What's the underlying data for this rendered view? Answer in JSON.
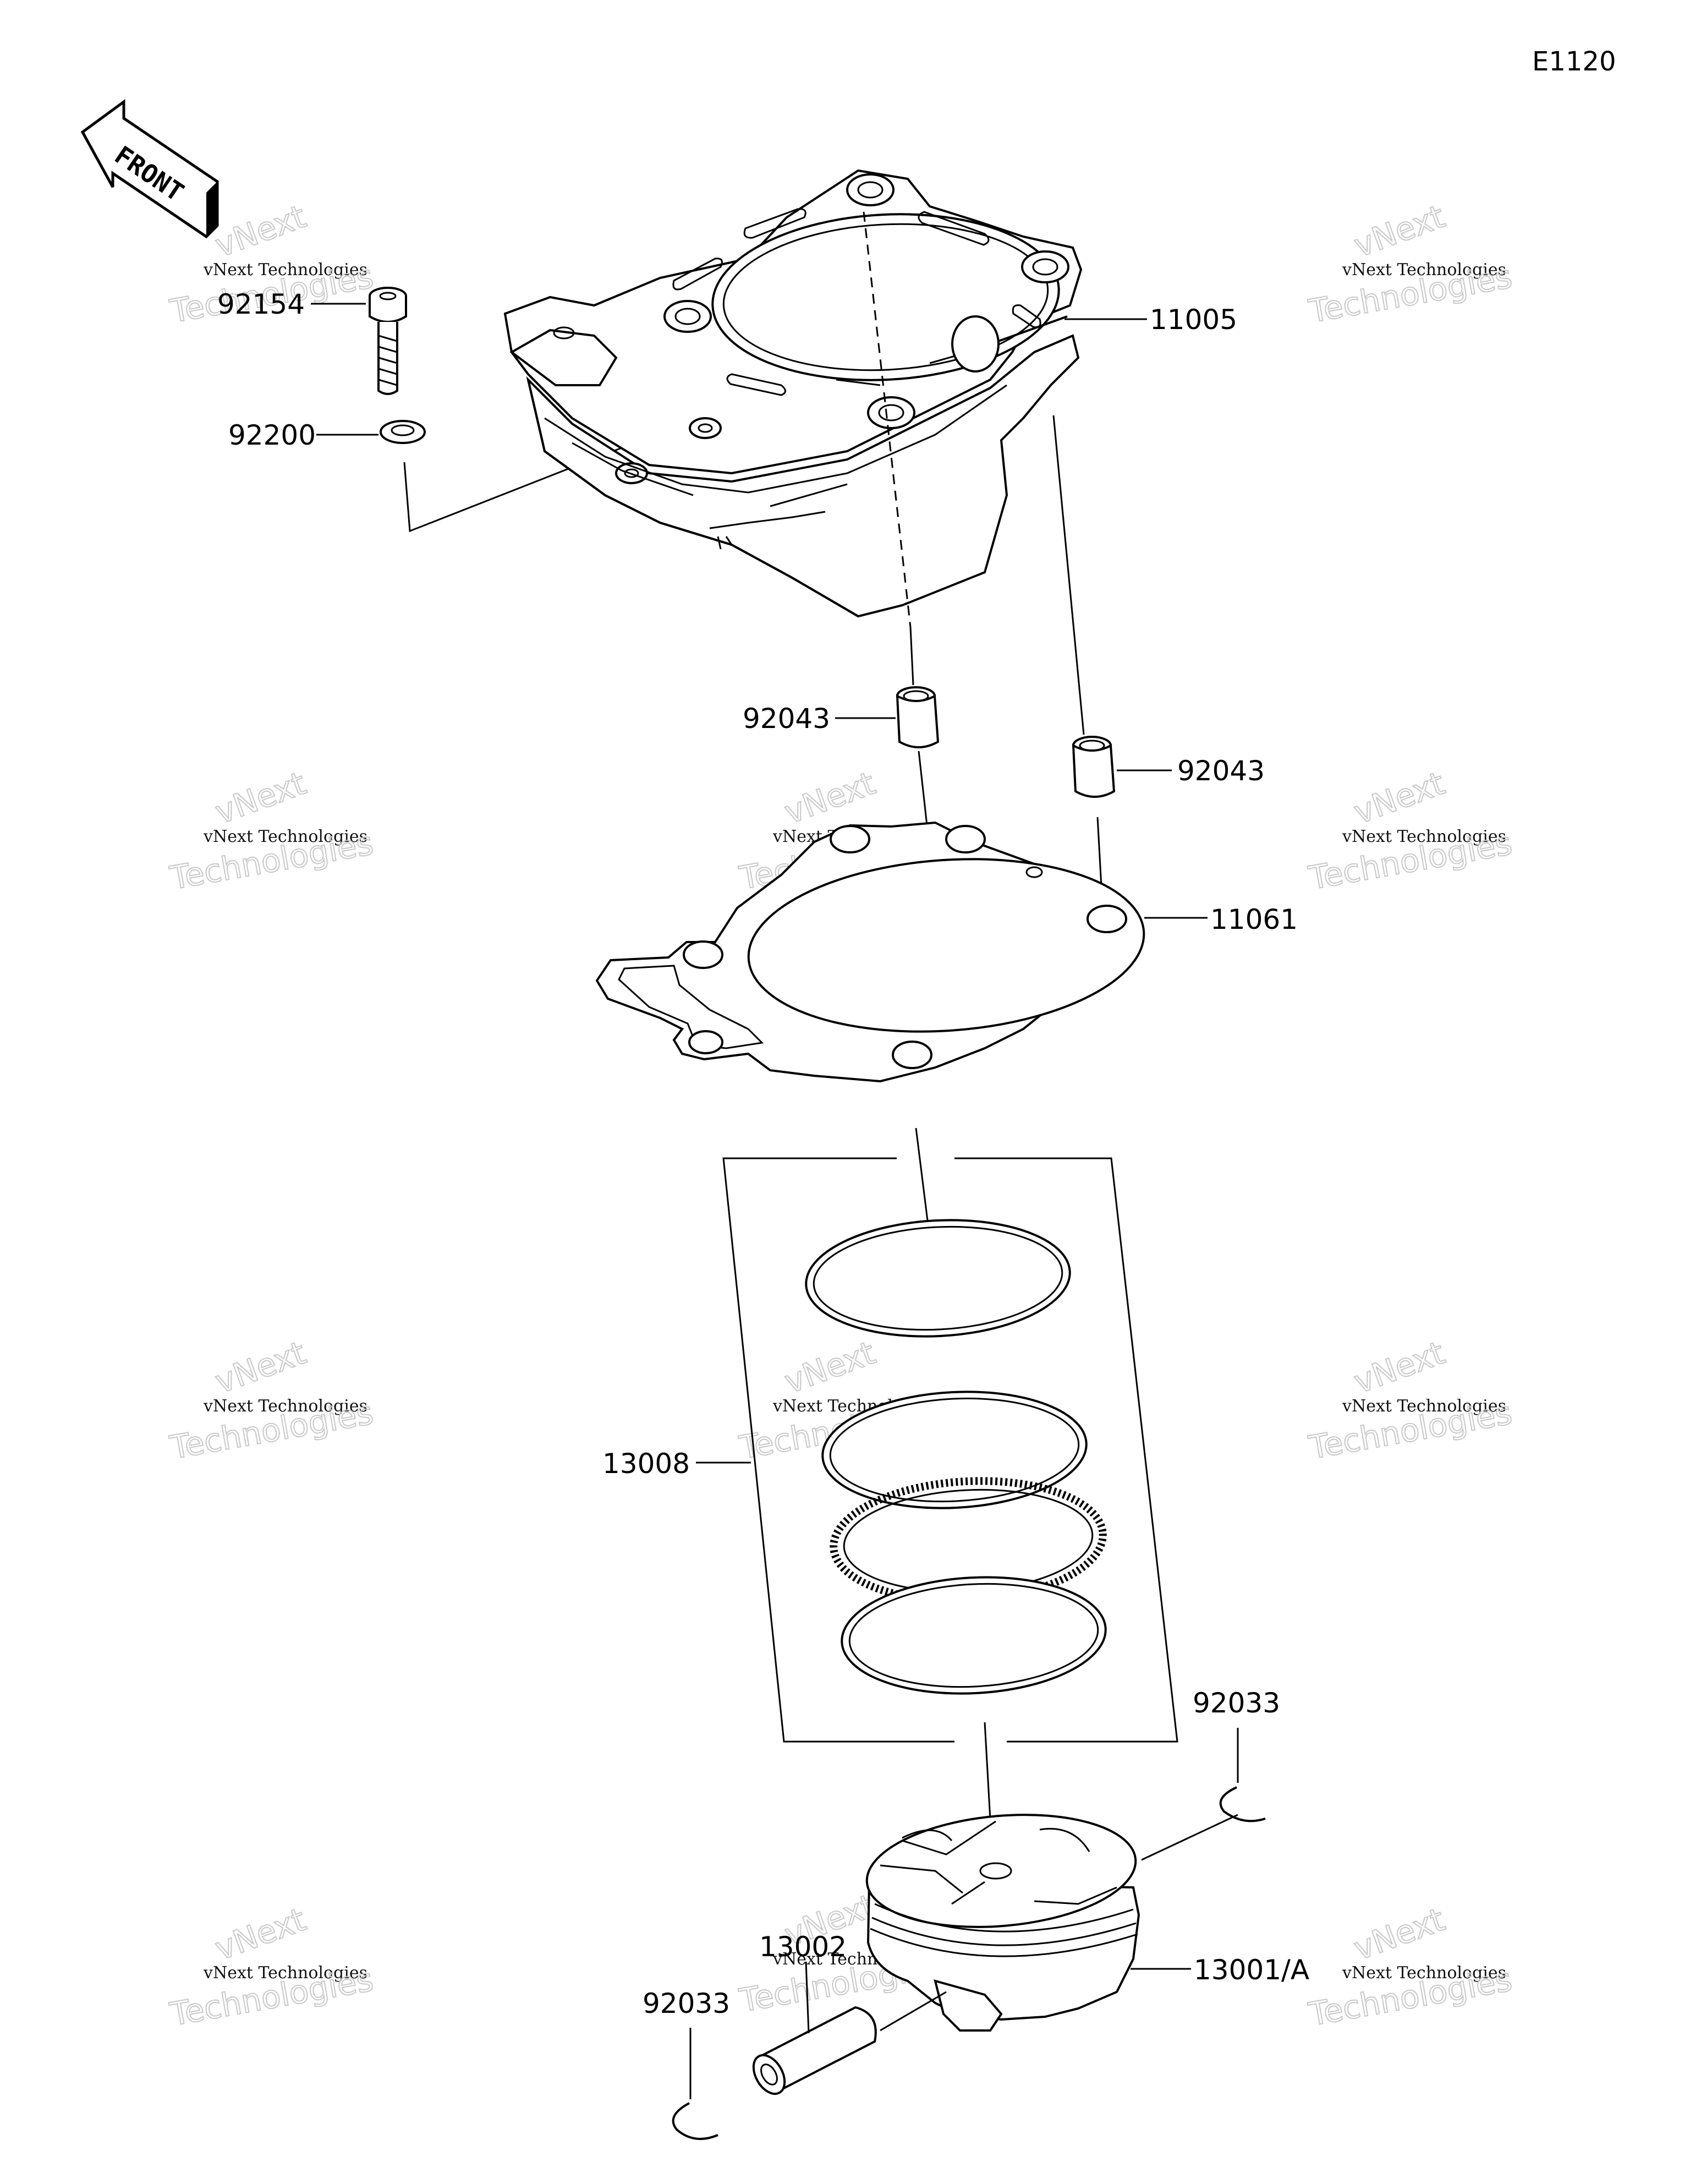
{
  "diagram_code": "E1120",
  "front_arrow_text": "FRONT",
  "watermark": {
    "brand": "vNext",
    "line1": "vNext Technologies",
    "line2": "Technologies"
  },
  "parts": {
    "bolt": "92154",
    "washer": "92200",
    "cylinder": "11005",
    "dowel_left": "92043",
    "dowel_right": "92043",
    "gasket": "11061",
    "ring_set": "13008",
    "circlip_upper": "92033",
    "piston": "13001/A",
    "piston_pin": "13002",
    "circlip_lower": "92033"
  }
}
